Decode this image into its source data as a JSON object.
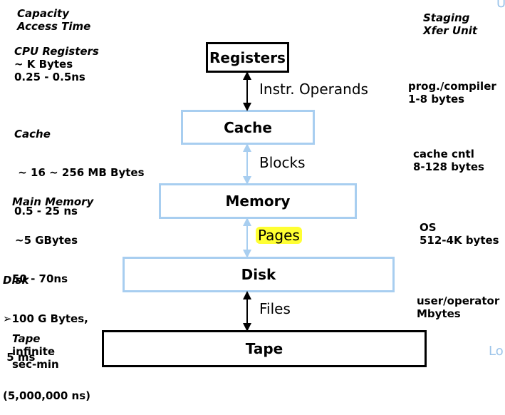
{
  "headers": {
    "left": [
      "Capacity",
      "Access Time"
    ],
    "right": [
      "Staging",
      "Xfer Unit"
    ]
  },
  "levels": [
    {
      "name": "Registers",
      "left_title": "CPU Registers",
      "left_lines": [
        "~ K Bytes",
        "0.25 - 0.5ns"
      ],
      "stage": [
        "prog./compiler",
        "1-8 bytes"
      ]
    },
    {
      "name": "Cache",
      "left_title": "Cache",
      "left_lines": [
        " ~ 16 ~ 256 MB Bytes",
        "0.5 - 25 ns"
      ],
      "stage": [
        "cache cntl",
        "8-128 bytes"
      ]
    },
    {
      "name": "Memory",
      "left_title": "Main Memory",
      "left_lines": [
        "~5 GBytes",
        "50 - 70ns"
      ],
      "stage": [
        "OS",
        "512-4K bytes"
      ]
    },
    {
      "name": "Disk",
      "left_title": "Disk",
      "left_lines": [
        "➢100 G Bytes,",
        " 5 ms",
        "(5,000,000 ns)"
      ],
      "stage": [
        "user/operator",
        "Mbytes"
      ]
    },
    {
      "name": "Tape",
      "left_title": "Tape",
      "left_lines": [
        "infinite",
        "sec-min"
      ],
      "stage": []
    }
  ],
  "connectors": [
    "Instr. Operands",
    "Blocks",
    "Pages",
    "Files"
  ],
  "edge_text": [
    "U",
    "Lo"
  ],
  "colors": {
    "blue_border": "#a8cef0",
    "arrow_blue": "#a8cef0",
    "highlight": "#ffff33"
  }
}
